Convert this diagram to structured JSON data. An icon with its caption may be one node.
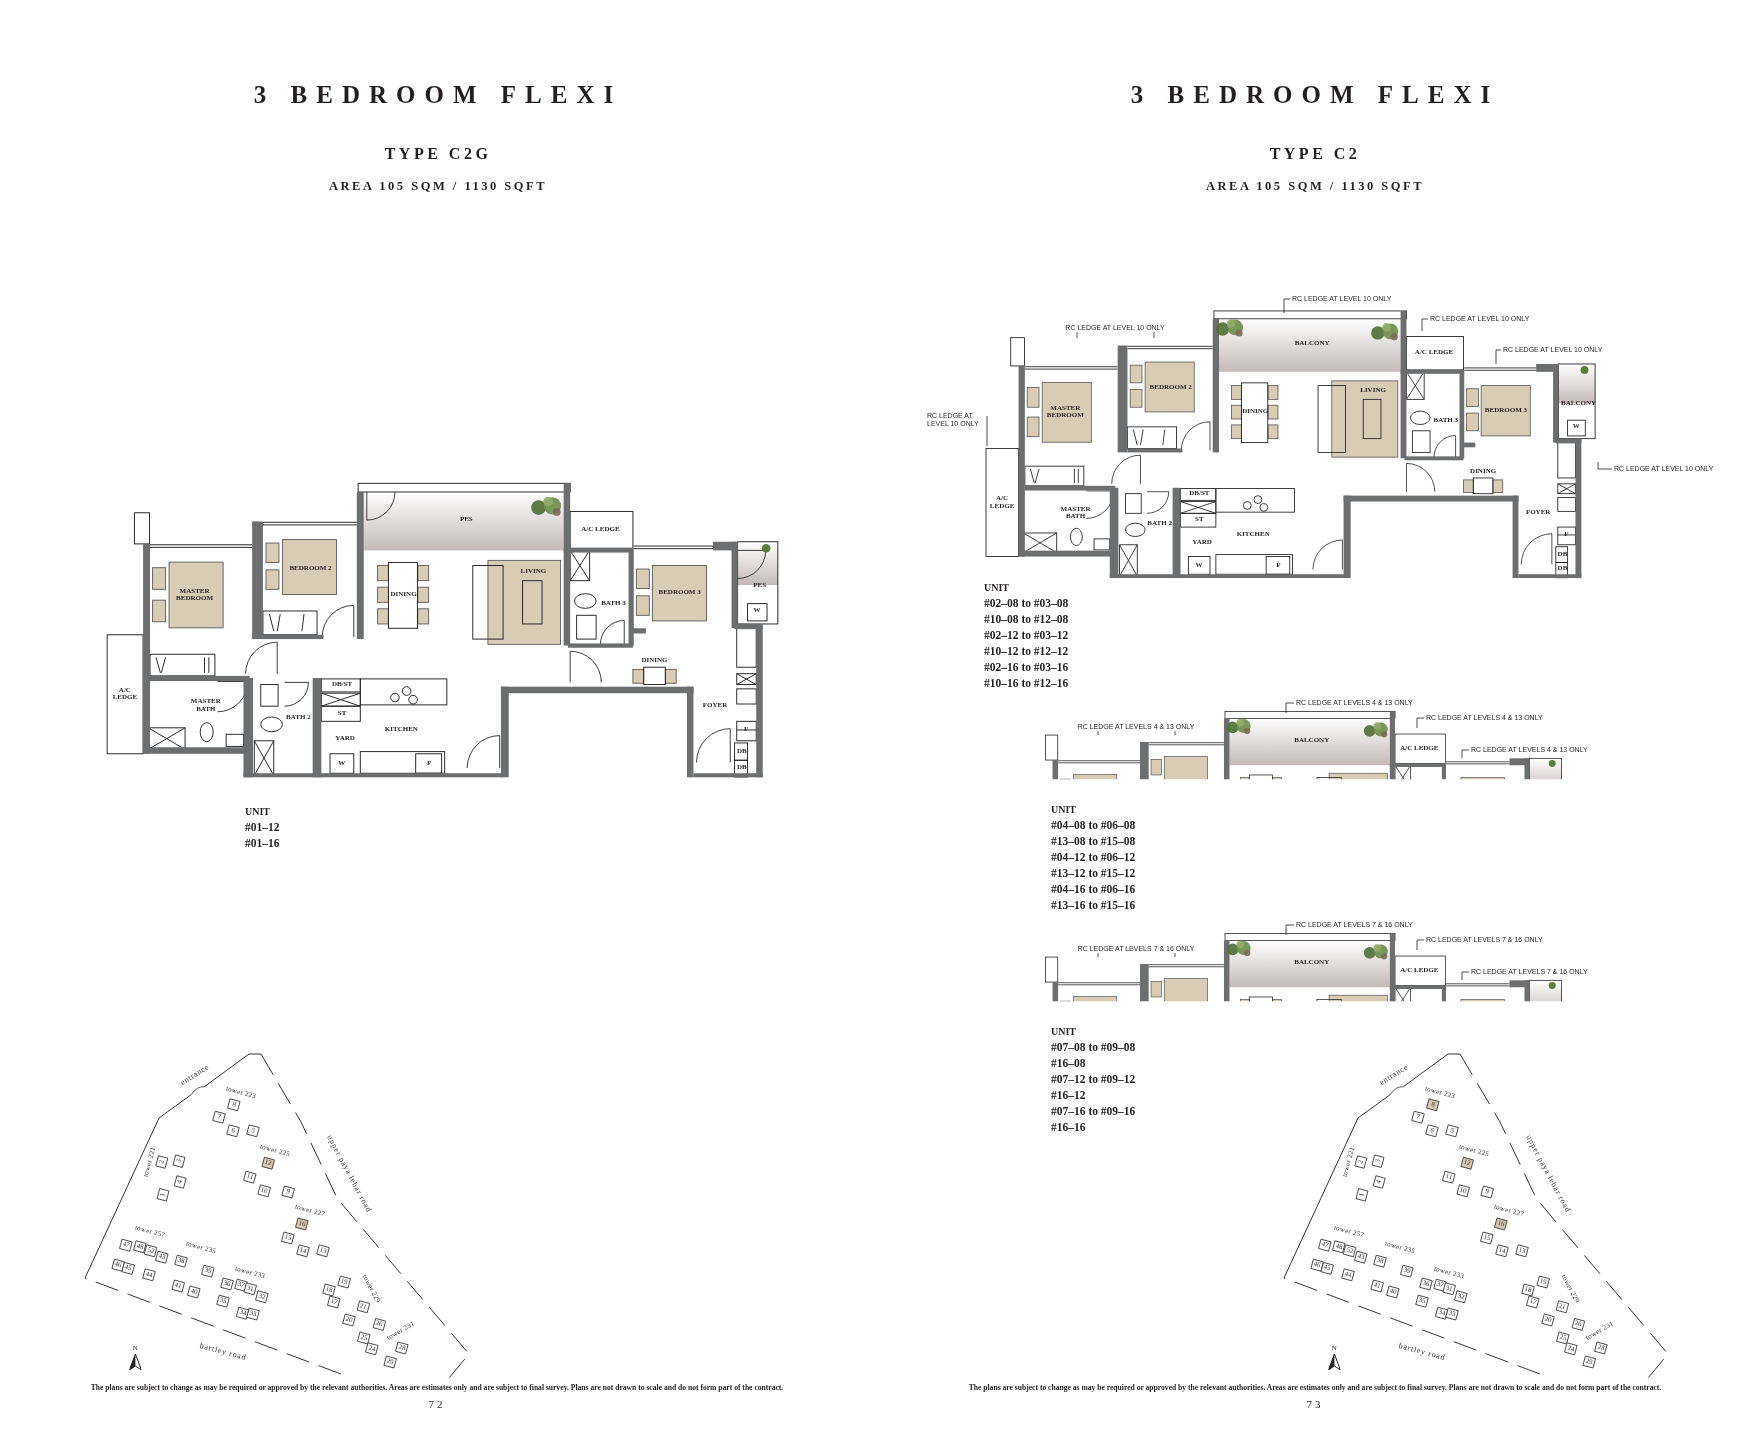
{
  "diagram": {
    "labels": [
      "3 BEDROOM FLEXI",
      "TYPE C2G",
      "AREA 105 SQM / 1130 SQFT",
      "PES",
      "A/C LEDGE",
      "MASTER BEDROOM",
      "BEDROOM 2",
      "DINING",
      "LIVING",
      "BATH 3",
      "BEDROOM 3",
      "PES",
      "W",
      "DINING",
      "A/C LEDGE",
      "MASTER BATH",
      "DB/ST",
      "ST",
      "BATH 2",
      "YARD",
      "KITCHEN",
      "FOYER",
      "F",
      "DB",
      "DB",
      "W",
      "F",
      "UNIT",
      "#01–12",
      "#01–16",
      "entrance",
      "tower 223",
      "8",
      "7",
      "6",
      "5",
      "tower 221",
      "2",
      "3",
      "4",
      "1",
      "upper paya lebar road",
      "tower 225",
      "12",
      "11",
      "10",
      "9",
      "tower 227",
      "16",
      "15",
      "14",
      "13",
      "tower 257",
      "47",
      "48",
      "52",
      "43",
      "46",
      "45",
      "44",
      "tower 235",
      "38",
      "39",
      "41",
      "40",
      "tower 233",
      "36",
      "37",
      "31",
      "32",
      "35",
      "34",
      "33",
      "tower 229",
      "19",
      "18",
      "17",
      "20",
      "21",
      "tower 231",
      "26",
      "25",
      "24",
      "29",
      "28",
      "bartley road",
      "N",
      "The plans are subject to change as may be required or approved by the relevant authorities. Areas are estimates only and are subject to final survey. Plans are not drawn to scale and do not form part of the contract.",
      "72",
      "3 BEDROOM FLEXI",
      "TYPE C2",
      "AREA 105 SQM / 1130 SQFT",
      "RC LEDGE AT LEVEL 10 ONLY",
      "RC LEDGE AT LEVEL 10 ONLY",
      "RC LEDGE AT LEVEL 10 ONLY",
      "RC LEDGE AT LEVEL 10 ONLY",
      "RC LEDGE AT LEVEL 10 ONLY",
      "RC LEDGE AT LEVEL 10 ONLY",
      "BALCONY",
      "A/C LEDGE",
      "MASTER BEDROOM",
      "BEDROOM 2",
      "DINING",
      "LIVING",
      "BATH 3",
      "BEDROOM 3",
      "BALCONY",
      "W",
      "DINING",
      "A/C LEDGE",
      "MASTER BATH",
      "DB/ST",
      "ST",
      "BATH 2",
      "YARD",
      "KITCHEN",
      "FOYER",
      "F",
      "DB",
      "DB",
      "W",
      "F",
      "UNIT",
      "#02–08 to #03–08",
      "#10–08 to #12–08",
      "#02–12 to #03–12",
      "#10–12 to #12–12",
      "#02–16 to #03–16",
      "#10–16 to #12–16",
      "RC LEDGE AT LEVELS 4 & 13 ONLY",
      "RC LEDGE AT LEVELS 4 & 13 ONLY",
      "RC LEDGE AT LEVELS 4 & 13 ONLY",
      "RC LEDGE AT LEVELS 4 & 13 ONLY",
      "BALCONY",
      "A/C LEDGE",
      "UNIT",
      "#04–08 to #06–08",
      "#13–08 to #15–08",
      "#04–12 to #06–12",
      "#13–12 to #15–12",
      "#04–16 to #06–16",
      "#13–16 to #15–16",
      "RC LEDGE AT LEVELS 7 & 16 ONLY",
      "RC LEDGE AT LEVELS 7 & 16 ONLY",
      "RC LEDGE AT LEVELS 7 & 16 ONLY",
      "RC LEDGE AT LEVELS 7 & 16 ONLY",
      "BALCONY",
      "A/C LEDGE",
      "UNIT",
      "#07–08 to #09–08",
      "#16–08",
      "#07–12 to #09–12",
      "#16–12",
      "#07–16 to #09–16",
      "#16–16",
      "entrance",
      "tower 223",
      "8",
      "7",
      "6",
      "5",
      "tower 221",
      "2",
      "3",
      "4",
      "1",
      "upper paya lebar road",
      "tower 225",
      "12",
      "11",
      "10",
      "9",
      "tower 227",
      "16",
      "15",
      "14",
      "13",
      "tower 257",
      "47",
      "48",
      "52",
      "43",
      "46",
      "45",
      "44",
      "tower 235",
      "38",
      "39",
      "41",
      "40",
      "tower 233",
      "36",
      "37",
      "31",
      "32",
      "35",
      "34",
      "33",
      "tower 229",
      "19",
      "18",
      "17",
      "20",
      "21",
      "tower 231",
      "26",
      "25",
      "24",
      "29",
      "28",
      "bartley road",
      "N",
      "The plans are subject to change as may be required or approved by the relevant authorities. Areas are estimates only and are subject to final survey. Plans are not drawn to scale and do not form part of the contract.",
      "73"
    ]
  }
}
